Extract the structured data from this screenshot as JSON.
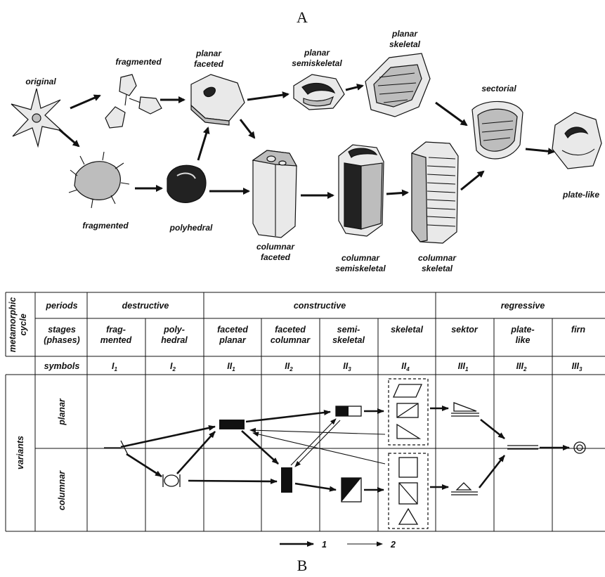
{
  "panel_a": {
    "letter": "A",
    "labels": {
      "original": "original",
      "fragmented_top": "fragmented",
      "planar_faceted_1": "planar",
      "planar_faceted_2": "faceted",
      "planar_semiskeletal_1": "planar",
      "planar_semiskeletal_2": "semiskeletal",
      "planar_skeletal_1": "planar",
      "planar_skeletal_2": "skeletal",
      "sectorial": "sectorial",
      "plate_like": "plate-like",
      "fragmented_bottom": "fragmented",
      "polyhedral": "polyhedral",
      "columnar_faceted_1": "columnar",
      "columnar_faceted_2": "faceted",
      "columnar_semiskeletal_1": "columnar",
      "columnar_semiskeletal_2": "semiskeletal",
      "columnar_skeletal_1": "columnar",
      "columnar_skeletal_2": "skeletal"
    }
  },
  "panel_b": {
    "letter": "B",
    "row_header": {
      "side_line1": "metamorphic",
      "side_line2": "cycle",
      "variants": "variants"
    },
    "periods_label": "periods",
    "periods": {
      "destructive": "destructive",
      "constructive": "constructive",
      "regressive": "regressive"
    },
    "stages_label_1": "stages",
    "stages_label_2": "(phases)",
    "stages": [
      [
        "frag-",
        "mented"
      ],
      [
        "poly-",
        "hedral"
      ],
      [
        "faceted",
        "planar"
      ],
      [
        "faceted",
        "columnar"
      ],
      [
        "semi-",
        "skeletal"
      ],
      [
        "skeletal",
        ""
      ],
      [
        "sektor",
        ""
      ],
      [
        "plate-",
        "like"
      ],
      [
        "firn",
        ""
      ]
    ],
    "symbols_label": "symbols",
    "symbols": [
      [
        "I",
        "1"
      ],
      [
        "I",
        "2"
      ],
      [
        "II",
        "1"
      ],
      [
        "II",
        "2"
      ],
      [
        "II",
        "3"
      ],
      [
        "II",
        "4"
      ],
      [
        "III",
        "1"
      ],
      [
        "III",
        "2"
      ],
      [
        "III",
        "3"
      ]
    ],
    "variant_rows": {
      "planar": "planar",
      "columnar": "columnar"
    },
    "legend": {
      "thick": "1",
      "thin": "2"
    }
  }
}
